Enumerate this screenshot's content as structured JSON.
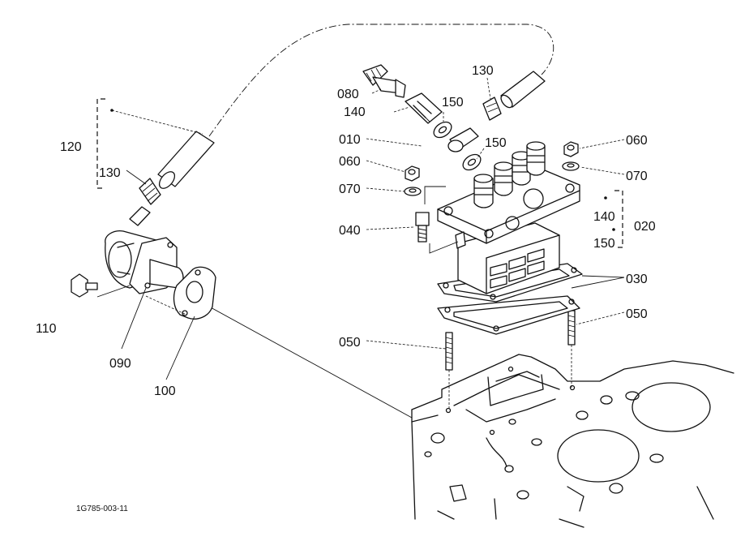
{
  "drawing_code": "1G785-003-11",
  "labels": {
    "p010": "010",
    "p020": "020",
    "p030": "030",
    "p040": "040",
    "p050_left": "050",
    "p050_right": "050",
    "p060_left": "060",
    "p060_right": "060",
    "p070_left": "070",
    "p070_right": "070",
    "p080": "080",
    "p090": "090",
    "p100": "100",
    "p110": "110",
    "p120": "120",
    "p130_left": "130",
    "p130_right": "130",
    "p140_top": "140",
    "p140_right": "140",
    "p150_top": "150",
    "p150_mid": "150",
    "p150_right": "150"
  }
}
